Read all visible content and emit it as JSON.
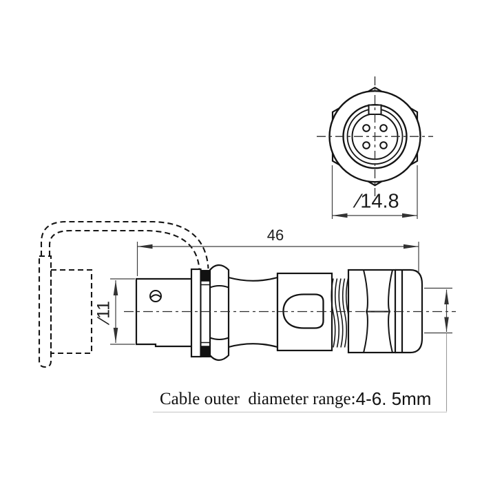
{
  "drawing": {
    "dimensions": {
      "overall_length": "46",
      "barrel_diameter": "∕11",
      "front_diameter": "∕14.8",
      "cable_note_prefix": "Cable outer  diameter range:",
      "cable_note_value": "4-6. 5mm"
    },
    "front_view": {
      "pin_count": 4
    },
    "colors": {
      "object_line": "#141414",
      "dimension_line": "#3d3d3d",
      "leader_line": "#9a9a9a",
      "seal_fill": "#111111",
      "background": "#ffffff"
    }
  }
}
